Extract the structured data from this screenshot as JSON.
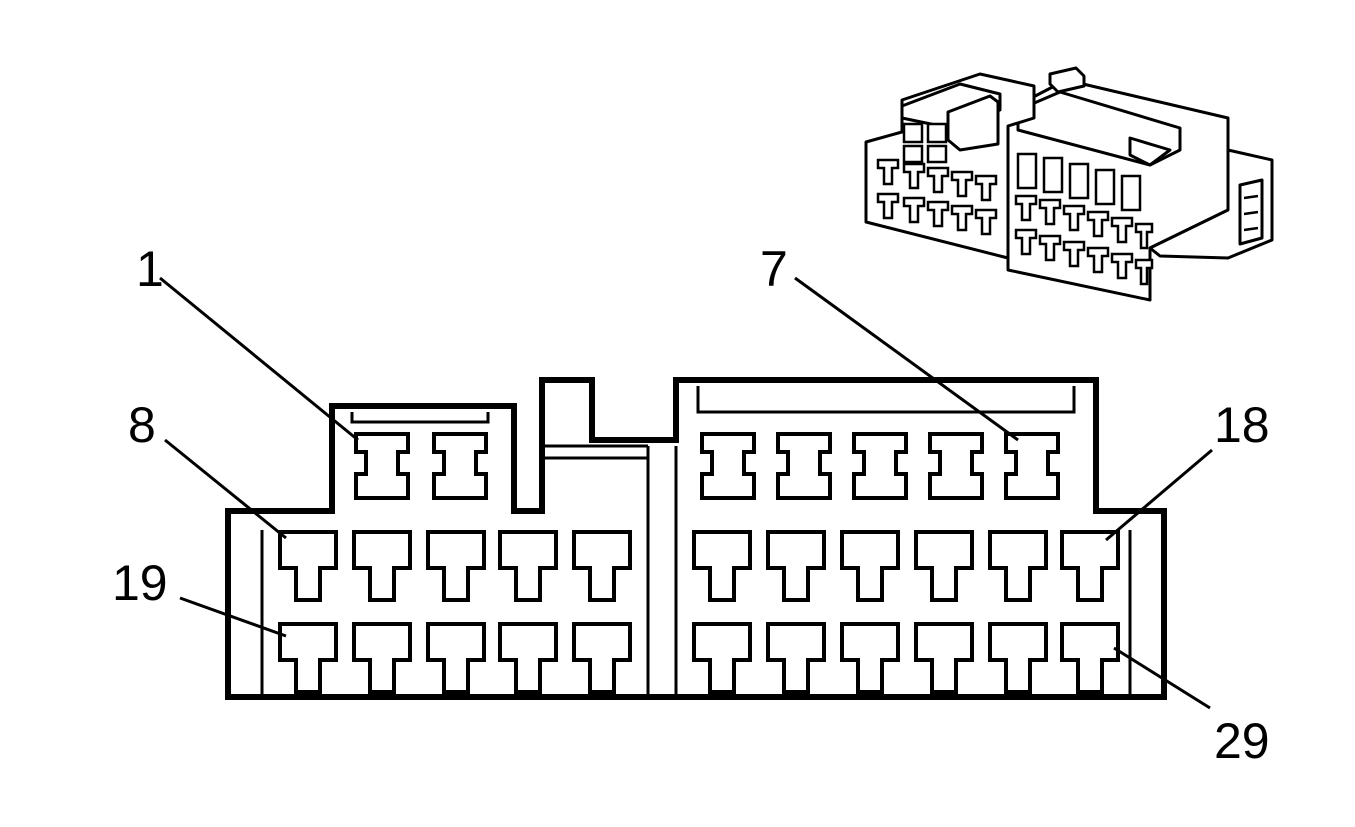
{
  "pin_labels": {
    "first": "1",
    "seventh": "7",
    "eighth": "8",
    "eighteenth": "18",
    "nineteenth": "19",
    "last": "29"
  },
  "colors": {
    "line": "#000000",
    "background": "#ffffff"
  }
}
